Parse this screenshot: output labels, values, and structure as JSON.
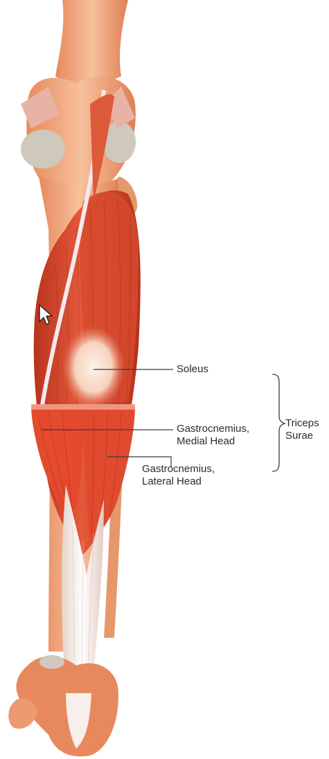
{
  "labels": {
    "soleus": "Soleus",
    "gastroc_medial": [
      "Gastrocnemius,",
      "Medial Head"
    ],
    "gastroc_lateral": [
      "Gastrocnemius,",
      "Lateral Head"
    ],
    "group": [
      "Triceps",
      "Surae"
    ]
  },
  "colors": {
    "muscle": "#d9472b",
    "muscle_dark": "#a92d1a",
    "tendon": "#f3ece8",
    "bone": "#f0a57a",
    "cartilage": "#c9c3b8",
    "leader_line": "#3a3a3a"
  },
  "icons": [
    "cursor-arrow-icon"
  ]
}
